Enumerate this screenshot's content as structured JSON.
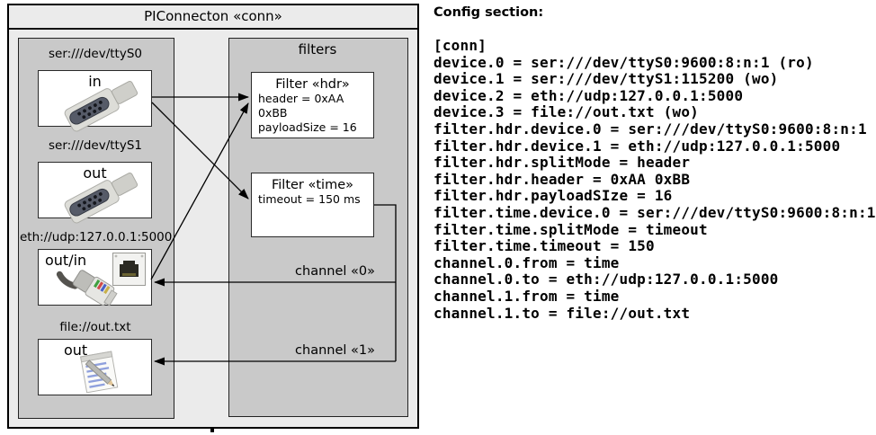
{
  "diagram": {
    "title": "PIConnecton «conn»",
    "filters_label": "filters",
    "devices": [
      {
        "label": "ser:///dev/ttyS0",
        "mode": "in",
        "icon": "serial-connector"
      },
      {
        "label": "ser:///dev/ttyS1",
        "mode": "out",
        "icon": "serial-connector"
      },
      {
        "label": "eth://udp:127.0.0.1:5000",
        "mode": "out/in",
        "icon": "ethernet-connector"
      },
      {
        "label": "file://out.txt",
        "mode": "out",
        "icon": "notepad"
      }
    ],
    "filters": [
      {
        "title": "Filter «hdr»",
        "attributes": [
          "header = 0xAA 0xBB",
          "payloadSize = 16"
        ]
      },
      {
        "title": "Filter «time»",
        "attributes": [
          "timeout = 150 ms"
        ]
      }
    ],
    "channels": [
      {
        "label": "channel «0»"
      },
      {
        "label": "channel «1»"
      }
    ]
  },
  "config": {
    "heading": "Config section:",
    "lines": [
      "[conn]",
      "device.0 = ser:///dev/ttyS0:9600:8:n:1 (ro)",
      "device.1 = ser:///dev/ttyS1:115200 (wo)",
      "device.2 = eth://udp:127.0.0.1:5000",
      "device.3 = file://out.txt (wo)",
      "filter.hdr.device.0 = ser:///dev/ttyS0:9600:8:n:1",
      "filter.hdr.device.1 = eth://udp:127.0.0.1:5000",
      "filter.hdr.splitMode = header",
      "filter.hdr.header = 0xAA 0xBB",
      "filter.hdr.payloadSIze = 16",
      "filter.time.device.0 = ser:///dev/ttyS0:9600:8:n:1",
      "filter.time.splitMode = timeout",
      "filter.time.timeout = 150",
      "channel.0.from = time",
      "channel.0.to = eth://udp:127.0.0.1:5000",
      "channel.1.from = time",
      "channel.1.to = file://out.txt"
    ]
  },
  "colors": {
    "outer_fill": "#ebebeb",
    "panel_fill": "#c9c9c9",
    "box_fill": "#ffffff",
    "line": "#000000"
  }
}
